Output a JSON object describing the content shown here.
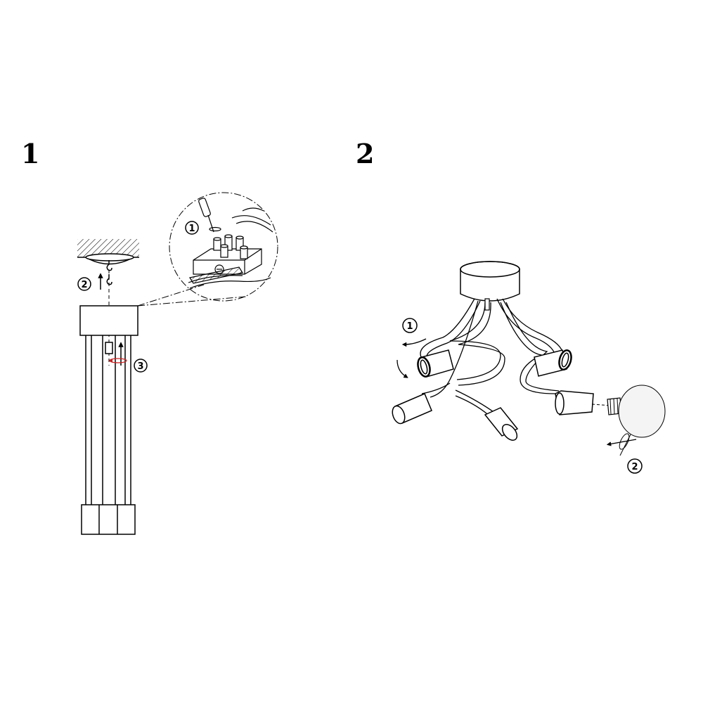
{
  "steps": [
    {
      "number": "1",
      "callouts": [
        "1",
        "2",
        "3"
      ]
    },
    {
      "number": "2",
      "callouts": [
        "1",
        "2"
      ]
    }
  ],
  "colors": {
    "ink": "#000000",
    "paper": "#ffffff",
    "accent_arrow": "#cc2222",
    "bulb": "#f4f4f4"
  },
  "icons": [
    "screwdriver-icon",
    "terminal-block-icon",
    "hook-icon",
    "rotate-arrow-icon",
    "light-bulb-icon"
  ]
}
